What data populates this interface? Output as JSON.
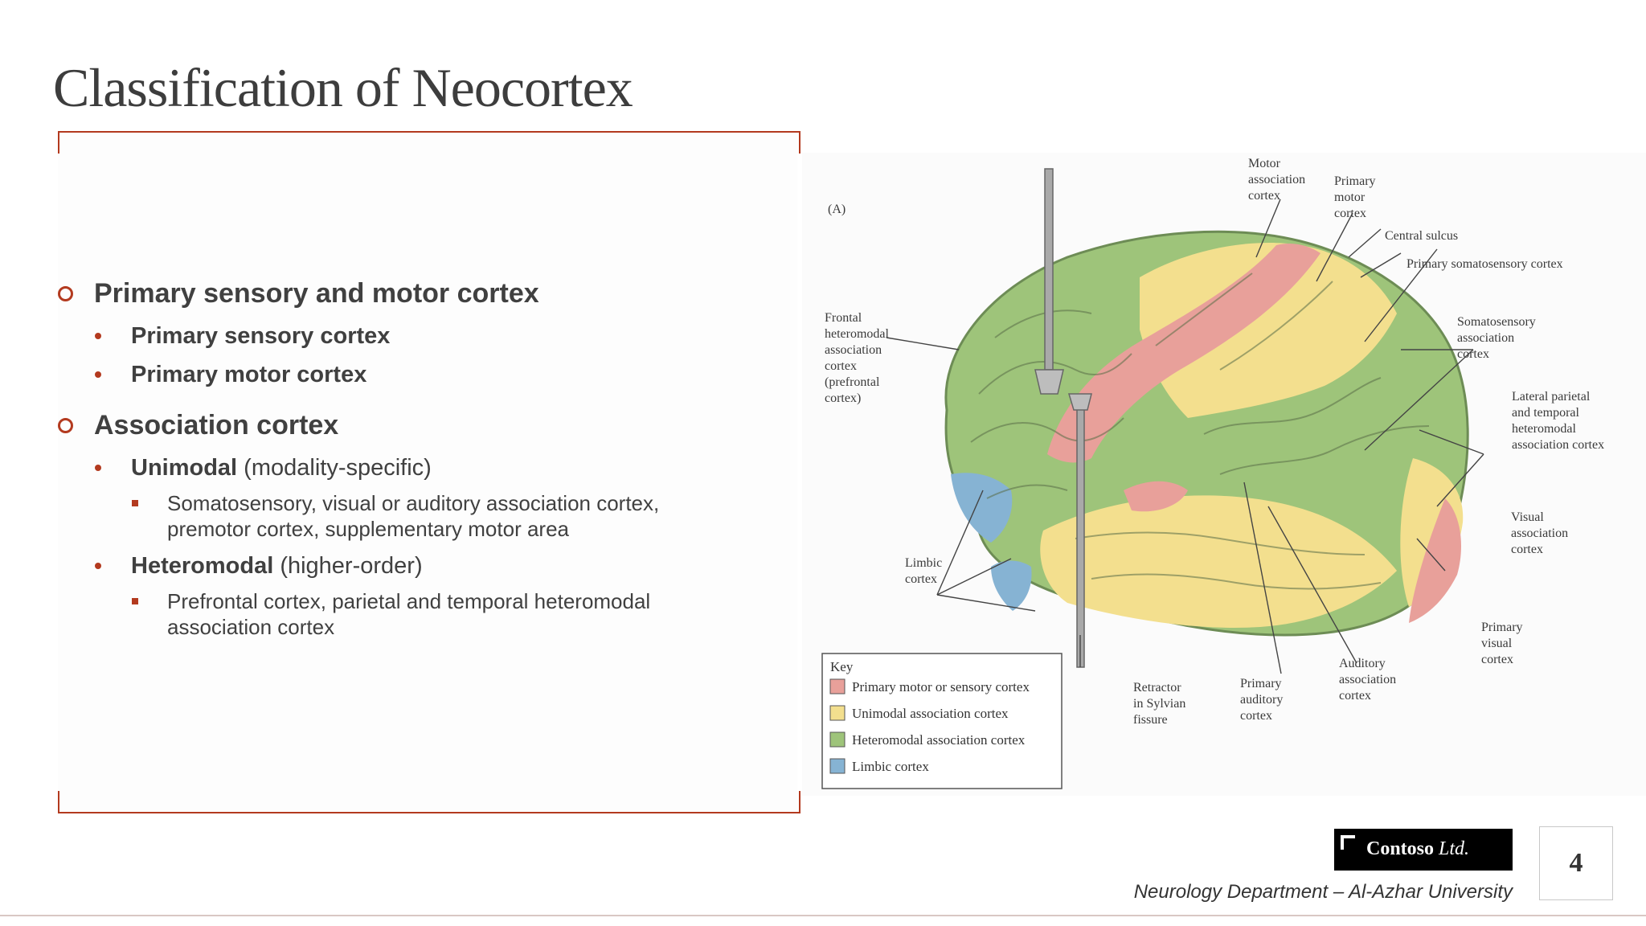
{
  "slide": {
    "title": "Classification of Neocortex",
    "page_number": "4"
  },
  "content": {
    "sections": [
      {
        "heading": "Primary sensory and motor cortex",
        "items": [
          {
            "bold": "Primary sensory cortex",
            "rest": ""
          },
          {
            "bold": "Primary motor cortex",
            "rest": ""
          }
        ]
      },
      {
        "heading": "Association cortex",
        "items": [
          {
            "bold": "Unimodal",
            "rest": " (modality-specific)",
            "sub": "Somatosensory, visual or auditory association cortex, premotor cortex, supplementary motor area"
          },
          {
            "bold": "Heteromodal",
            "rest": " (higher-order)",
            "sub": "Prefrontal cortex, parietal and temporal heteromodal association cortex"
          }
        ]
      }
    ]
  },
  "figure": {
    "panel_label": "(A)",
    "labels": {
      "motor_association": [
        "Motor",
        "association",
        "cortex"
      ],
      "primary_motor": [
        "Primary",
        "motor",
        "cortex"
      ],
      "central_sulcus": [
        "Central sulcus"
      ],
      "primary_somatosensory": [
        "Primary somatosensory cortex"
      ],
      "somatosensory_association": [
        "Somatosensory",
        "association",
        "cortex"
      ],
      "lateral_parietal_temporal": [
        "Lateral parietal",
        "and temporal",
        "heteromodal",
        "association cortex"
      ],
      "visual_association": [
        "Visual",
        "association",
        "cortex"
      ],
      "primary_visual": [
        "Primary",
        "visual",
        "cortex"
      ],
      "auditory_association": [
        "Auditory",
        "association",
        "cortex"
      ],
      "primary_auditory": [
        "Primary",
        "auditory",
        "cortex"
      ],
      "retractor": [
        "Retractor",
        "in Sylvian",
        "fissure"
      ],
      "limbic": [
        "Limbic",
        "cortex"
      ],
      "frontal_heteromodal": [
        "Frontal",
        "heteromodal",
        "association",
        "cortex",
        "(prefrontal",
        "cortex)"
      ]
    },
    "key": {
      "title": "Key",
      "items": [
        {
          "label": "Primary motor or sensory cortex",
          "color": "#e8a09a"
        },
        {
          "label": "Unimodal association cortex",
          "color": "#f3df8e"
        },
        {
          "label": "Heteromodal association cortex",
          "color": "#9ec47a"
        },
        {
          "label": "Limbic cortex",
          "color": "#86b3d3"
        }
      ]
    }
  },
  "footer": {
    "logo_name": "Contoso",
    "logo_suffix": "Ltd.",
    "department": "Neurology Department – Al-Azhar University"
  },
  "colors": {
    "accent": "#b33a1f",
    "primary_area": "#e8a09a",
    "unimodal_area": "#f3df8e",
    "heteromodal_area": "#9ec47a",
    "limbic_area": "#86b3d3"
  }
}
